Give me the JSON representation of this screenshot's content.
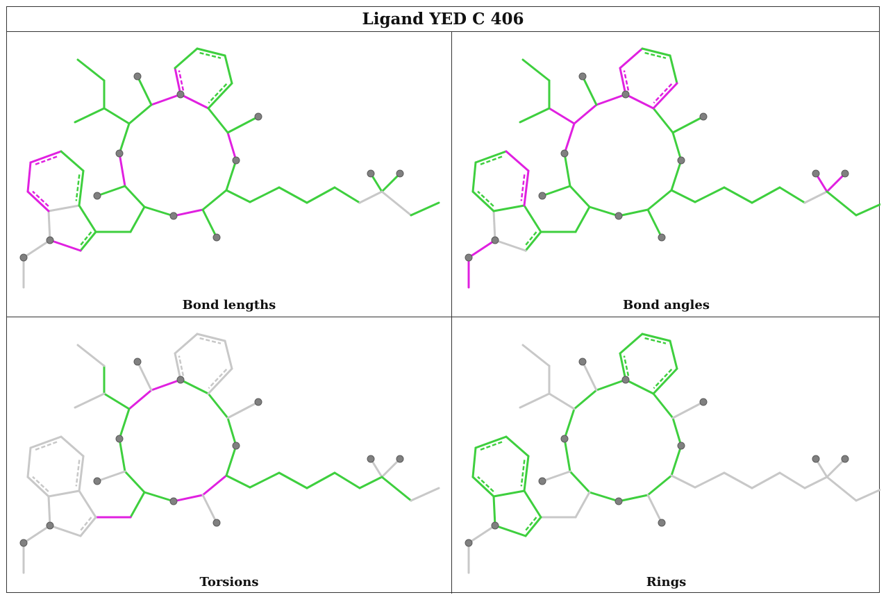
{
  "title": "Ligand YED C 406",
  "panels": [
    {
      "id": "bond-lengths",
      "label": "Bond lengths"
    },
    {
      "id": "bond-angles",
      "label": "Bond angles"
    },
    {
      "id": "torsions",
      "label": "Torsions"
    },
    {
      "id": "rings",
      "label": "Rings"
    }
  ],
  "colors": {
    "ok": "#3ecf3e",
    "outlier": "#e020e0",
    "neutral": "#c8c8c8",
    "atom": "#808080",
    "border": "#333333"
  },
  "icons": [
    "ligand-structure-icon"
  ]
}
